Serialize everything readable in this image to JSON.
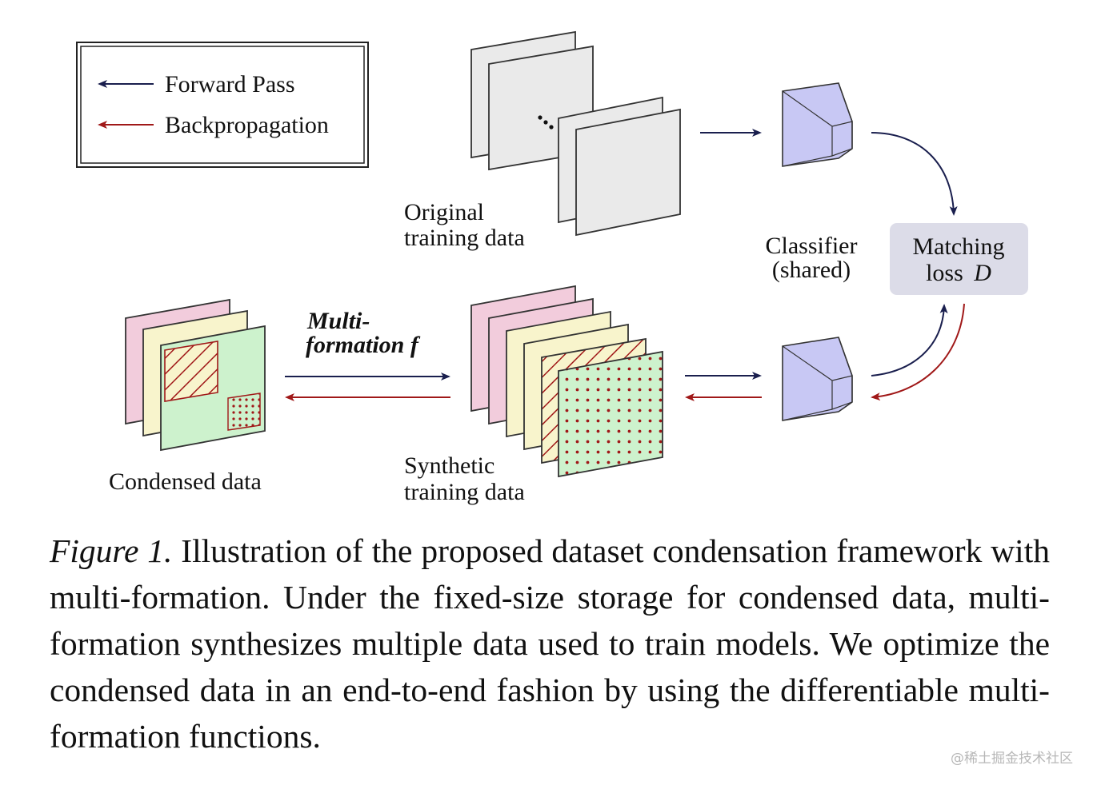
{
  "legend": {
    "forward_label": "Forward Pass",
    "backprop_label": "Backpropagation"
  },
  "labels": {
    "original_line1": "Original",
    "original_line2": "training data",
    "classifier_line1": "Classifier",
    "classifier_line2": "(shared)",
    "matching_line1": "Matching",
    "matching_line2_prefix": "loss ",
    "matching_line2_symbol": "D",
    "multi_line1": "Multi-",
    "multi_line2": "formation f",
    "condensed": "Condensed data",
    "synthetic_line1": "Synthetic",
    "synthetic_line2": "training data"
  },
  "caption": {
    "label": "Figure 1.",
    "text": " Illustration of the proposed dataset condensation framework with multi-formation. Under the fixed-size storage for condensed data, multi-formation synthesizes multiple data used to train models. We optimize the condensed data in an end-to-end fashion by using the differentiable multi-formation functions."
  },
  "watermark": "@稀土掘金技术社区",
  "colors": {
    "forward": "#1a1f4e",
    "backprop": "#a01818",
    "classifier": "#c8c8f4",
    "matching_box": "#dcdce8",
    "pink": "#f2ccdc",
    "yellow": "#f8f4cc",
    "green": "#cdf2cd",
    "gray": "#eaeaea"
  }
}
